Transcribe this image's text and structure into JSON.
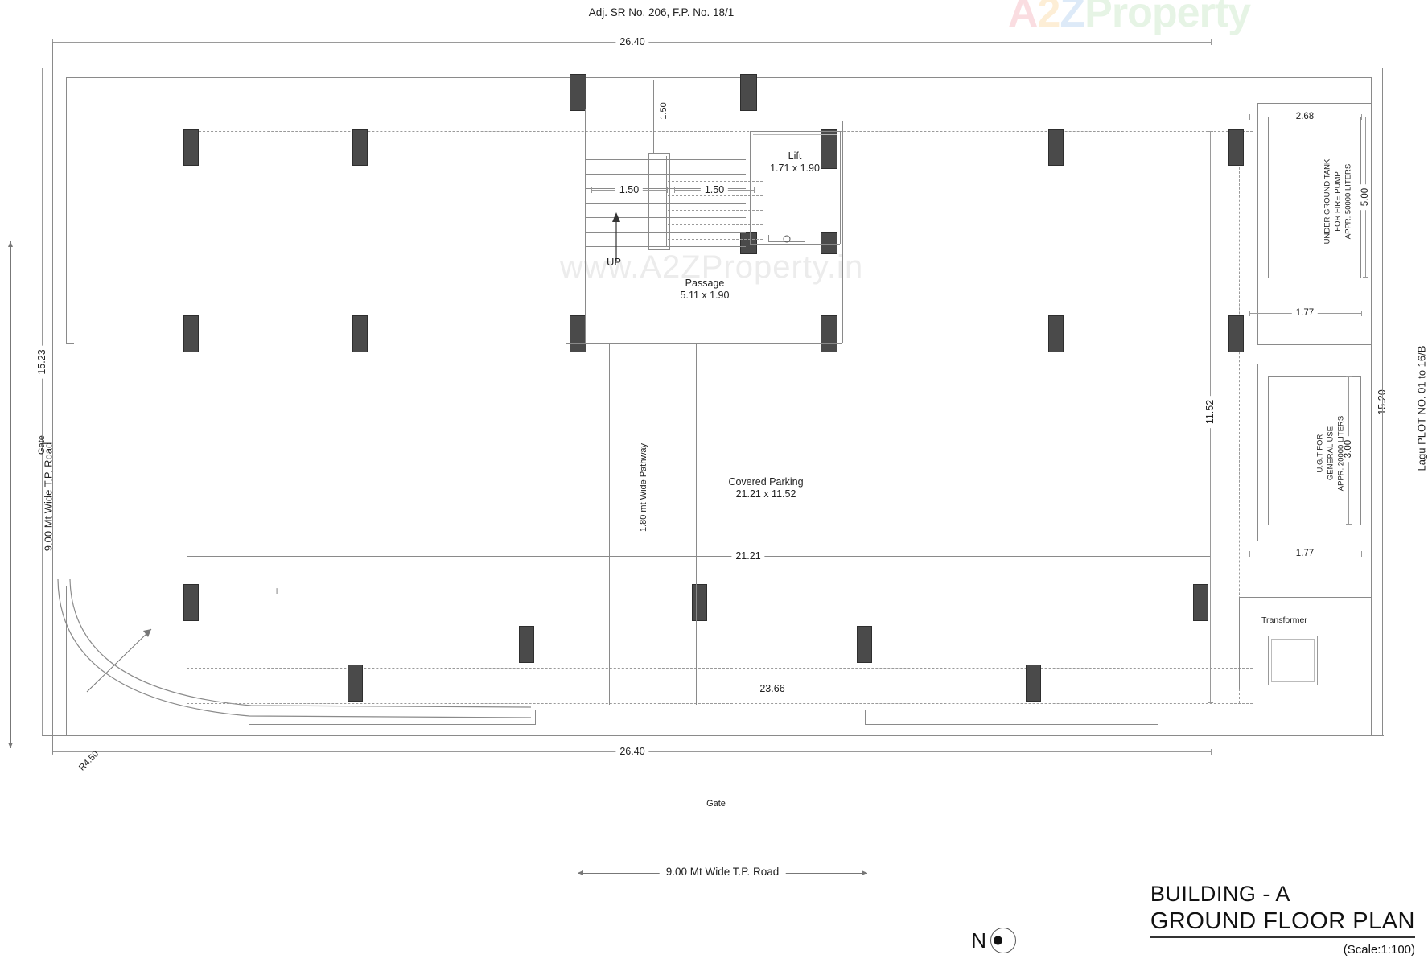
{
  "sheet": {
    "top_note": "Adj. SR No. 206, F.P. No. 18/1",
    "watermark": "www.A2ZProperty.in",
    "logo": {
      "a": "A",
      "two": "2",
      "z": "Z",
      "property": "Property"
    }
  },
  "title_block": {
    "building": "BUILDING - A",
    "plan": "GROUND FLOOR PLAN",
    "scale": "(Scale:1:100)",
    "north_label": "N"
  },
  "boundary": {
    "top_width": "26.40",
    "bottom_width": "26.40",
    "left_height": "15.23",
    "right_height": "15.20",
    "left_road": "9.00 Mt Wide T.P. Road",
    "bottom_road": "9.00 Mt Wide T.P. Road",
    "right_plot": "Lagu PLOT NO. 01 to 16/B",
    "left_gate": "Gate",
    "bottom_gate": "Gate",
    "corner_radius": "R4.50"
  },
  "rooms": [
    {
      "name": "Lift",
      "size": "1.71 x 1.90"
    },
    {
      "name": "Passage",
      "size": "5.11 x 1.90"
    },
    {
      "name": "Covered Parking",
      "size": "21.21 x 11.52"
    }
  ],
  "stairs": {
    "up_label": "UP",
    "flight_left": "1.50",
    "flight_right": "1.50",
    "mid_landing": "1.50"
  },
  "pathway": {
    "label": "1.80 mt Wide Pathway"
  },
  "tanks": [
    {
      "id": "fire-pump-tank",
      "lines": [
        "UNDER GROUND TANK",
        "FOR FIRE PUMP",
        "APPR. 50000 LITERS"
      ],
      "dim_top": "2.68",
      "dim_right": "5.00",
      "dim_bottom": "1.77"
    },
    {
      "id": "general-use-tank",
      "lines": [
        "U.G.T FOR",
        "GENERAL USE",
        "APPR. 20000 LITERS"
      ],
      "dim_right": "3.00",
      "dim_bottom": "1.77"
    }
  ],
  "transformer": {
    "label": "Transformer"
  },
  "dimensions": {
    "parking_width": "21.21",
    "parking_depth": "11.52",
    "green_width": "23.66"
  },
  "colors": {
    "line": "#8a8a8a",
    "column": "#4a4a4a",
    "green": "#3f7a3f",
    "text": "#222222"
  }
}
